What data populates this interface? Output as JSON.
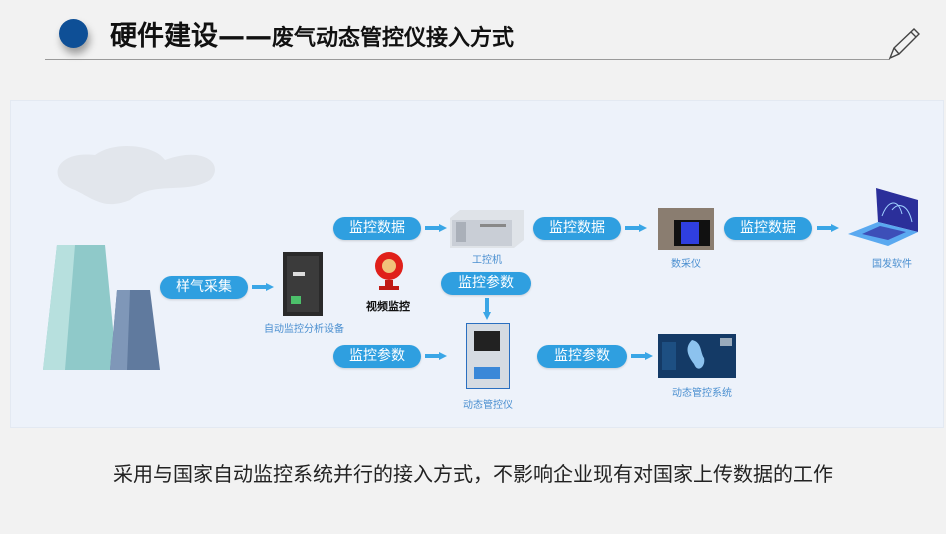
{
  "header": {
    "title_main": "硬件建设——",
    "title_sub": "废气动态管控仪接入方式"
  },
  "diagram": {
    "pills": {
      "sample": "样气采集",
      "data1": "监控数据",
      "param1": "监控参数",
      "param_mid": "监控参数",
      "data2": "监控数据",
      "data3": "监控数据",
      "param2": "监控参数"
    },
    "labels": {
      "analyzer": "自动监控分析设备",
      "video": "视频监控",
      "ipc": "工控机",
      "controller": "动态管控仪",
      "dau": "数采仪",
      "national": "国发软件",
      "system": "动态管控系统"
    },
    "colors": {
      "pill": "#2f9fe0",
      "label": "#4a8fd0",
      "accent": "#0e4f96"
    }
  },
  "footer": {
    "text": "采用与国家自动监控系统并行的接入方式，不影响企业现有对国家上传数据的工作"
  }
}
